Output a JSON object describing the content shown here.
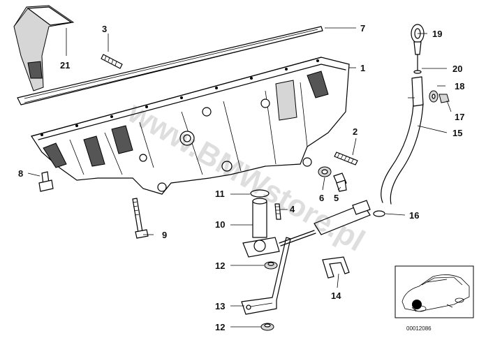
{
  "diagram": {
    "callouts": {
      "c1": "1",
      "c2": "2",
      "c3": "3",
      "c4": "4",
      "c5": "5",
      "c6": "6",
      "c7": "7",
      "c8": "8",
      "c9": "9",
      "c10": "10",
      "c11": "11",
      "c12a": "12",
      "c12b": "12",
      "c13": "13",
      "c14": "14",
      "c15": "15",
      "c16": "16",
      "c17": "17",
      "c18": "18",
      "c19": "19",
      "c20": "20",
      "c21": "21"
    },
    "watermark": "www.BMWstore.pl",
    "inset": {
      "code": "00012086"
    }
  }
}
